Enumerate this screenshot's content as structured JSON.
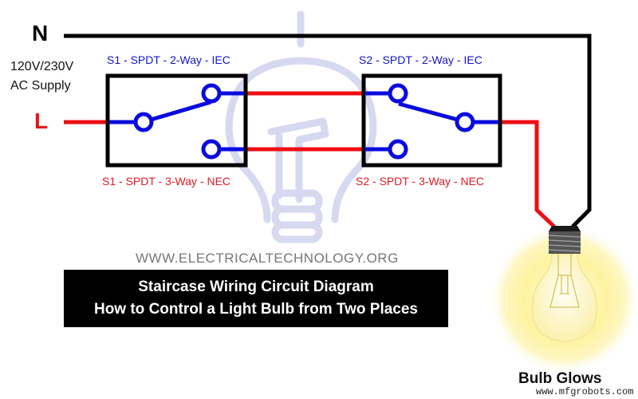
{
  "supply": {
    "neutral_label": "N",
    "line_label": "L",
    "voltage": "120V/230V",
    "type": "AC Supply"
  },
  "switches": [
    {
      "id": "S1",
      "iec_label": "S1 - SPDT - 2-Way - IEC",
      "nec_label": "S1 - SPDT - 3-Way - NEC"
    },
    {
      "id": "S2",
      "iec_label": "S2 - SPDT - 2-Way - IEC",
      "nec_label": "S2 - SPDT - 3-Way - NEC"
    }
  ],
  "watermark": "WWW.ELECTRICALTECHNOLOGY.ORG",
  "title": {
    "line1": "Staircase Wiring Circuit Diagram",
    "line2": "How to Control a Light Bulb from Two Places"
  },
  "bulb": {
    "status": "Bulb Glows"
  },
  "credit": "www.mfgrobots.com",
  "colors": {
    "neutral_wire": "#000000",
    "line_wire": "#ee0e14",
    "switch_internal": "#0a0ae0",
    "box_border": "#000000",
    "bulb_glow": "#fff38a",
    "watermark_icon": "#d6d9f0"
  }
}
